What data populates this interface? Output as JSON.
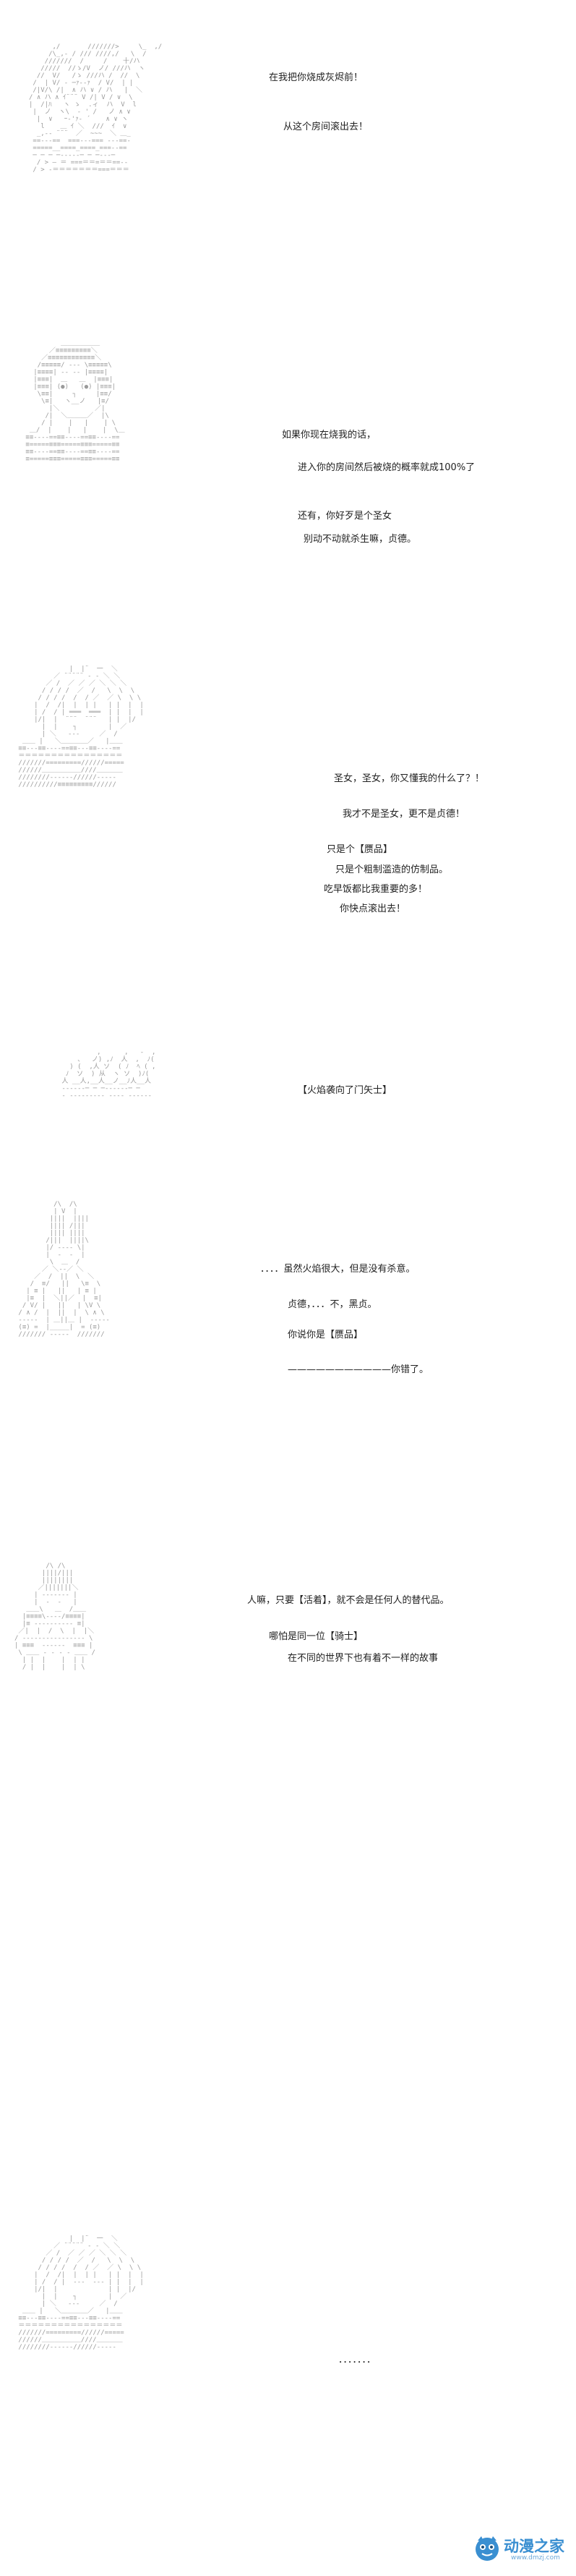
{
  "panels": [
    {
      "lines": [
        "在我把你烧成灰烬前！",
        "从这个房间滚出去！"
      ]
    },
    {
      "lines": [
        "如果你现在烧我的话，",
        "进入你的房间然后被烧的概率就成100%了",
        "还有，你好歹是个圣女",
        "别动不动就杀生嘛，贞德。"
      ]
    },
    {
      "lines": [
        "圣女，圣女，你又懂我的什么了？！",
        "我才不是圣女，更不是贞德！",
        "只是个【赝品】",
        "只是个粗制滥造的仿制品。",
        "吃早饭都比我重要的多！",
        "你快点滚出去！"
      ]
    },
    {
      "lines": [
        "【火焰袭向了门矢士】"
      ]
    },
    {
      "lines": [
        "．．．．虽然火焰很大，但是没有杀意。",
        "贞德，．．．不，黑贞。",
        "你说你是【赝品】",
        "———————————你错了。"
      ]
    },
    {
      "lines": [
        "人嘛，只要【活着】，就不会是任何人的替代品。",
        "哪怕是同一位【骑士】",
        "在不同的世界下也有着不一样的故事"
      ]
    },
    {
      "lines": [
        "．．．．．．．"
      ]
    }
  ],
  "logo": {
    "name": "动漫之家",
    "url": "www.dmzj.com",
    "icon": "dmzj-mascot-icon",
    "color": "#3a8fd1"
  }
}
